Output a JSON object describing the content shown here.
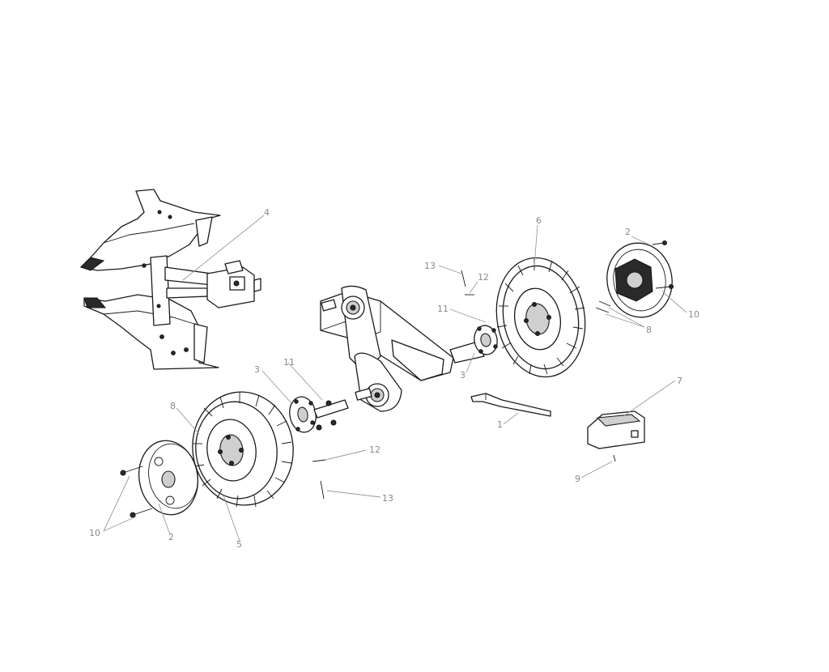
{
  "diagram": {
    "callouts": [
      {
        "id": "c4",
        "label": "4"
      },
      {
        "id": "c6",
        "label": "6"
      },
      {
        "id": "c2a",
        "label": "2"
      },
      {
        "id": "c13a",
        "label": "13"
      },
      {
        "id": "c12a",
        "label": "12"
      },
      {
        "id": "c11a",
        "label": "11"
      },
      {
        "id": "c10a",
        "label": "10"
      },
      {
        "id": "c8a",
        "label": "8"
      },
      {
        "id": "c3a",
        "label": "3"
      },
      {
        "id": "c11b",
        "label": "11"
      },
      {
        "id": "c3b",
        "label": "3"
      },
      {
        "id": "c7",
        "label": "7"
      },
      {
        "id": "c8b",
        "label": "8"
      },
      {
        "id": "c1",
        "label": "1"
      },
      {
        "id": "c12b",
        "label": "12"
      },
      {
        "id": "c9",
        "label": "9"
      },
      {
        "id": "c13b",
        "label": "13"
      },
      {
        "id": "c10b",
        "label": "10"
      },
      {
        "id": "c2b",
        "label": "2"
      },
      {
        "id": "c5",
        "label": "5"
      }
    ]
  }
}
